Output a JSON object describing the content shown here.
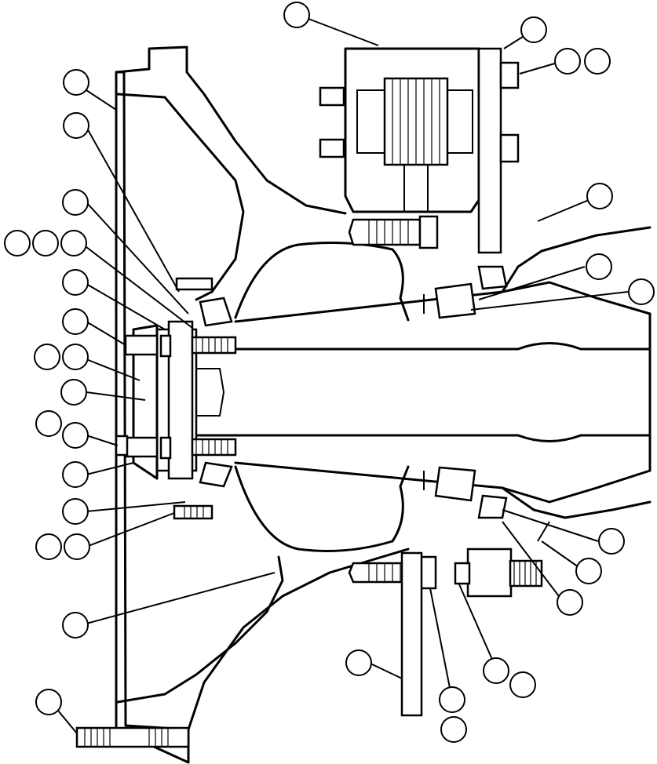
{
  "diagram": {
    "background": "#ffffff",
    "line_color": "#000000",
    "callouts": [
      {
        "id": "c01"
      },
      {
        "id": "c02"
      },
      {
        "id": "c03"
      },
      {
        "id": "c04"
      },
      {
        "id": "c05"
      },
      {
        "id": "c06"
      },
      {
        "id": "c07"
      },
      {
        "id": "c08"
      },
      {
        "id": "c09"
      },
      {
        "id": "c10"
      },
      {
        "id": "c11"
      },
      {
        "id": "c12"
      },
      {
        "id": "c13"
      },
      {
        "id": "c14"
      },
      {
        "id": "c15"
      },
      {
        "id": "c16"
      },
      {
        "id": "c17"
      },
      {
        "id": "c18"
      },
      {
        "id": "c19"
      },
      {
        "id": "c20"
      },
      {
        "id": "c21"
      },
      {
        "id": "c22"
      },
      {
        "id": "c23"
      },
      {
        "id": "c24"
      },
      {
        "id": "c25"
      },
      {
        "id": "c26"
      },
      {
        "id": "c27"
      },
      {
        "id": "c28"
      },
      {
        "id": "c29"
      },
      {
        "id": "c30"
      },
      {
        "id": "c31"
      },
      {
        "id": "c32"
      },
      {
        "id": "c33"
      },
      {
        "id": "c34"
      },
      {
        "id": "c35"
      },
      {
        "id": "c36"
      },
      {
        "id": "c37"
      }
    ]
  }
}
